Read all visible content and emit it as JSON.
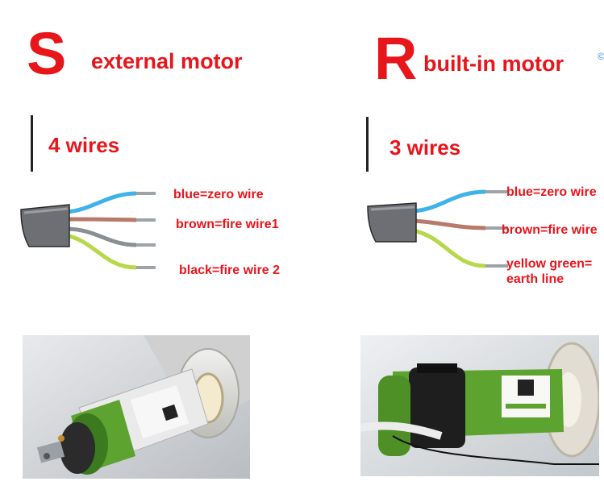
{
  "left": {
    "letter": "S",
    "motor_title": "external motor",
    "wires_count": "4  wires",
    "labels": [
      "blue=zero wire",
      "brown=fire wire1",
      "black=fire wire 2"
    ]
  },
  "right": {
    "letter": "R",
    "motor_title": "built-in motor",
    "wires_count": "3 wires",
    "labels": [
      "blue=zero wire",
      "brown=fire wire",
      "yellow green=",
      "earth line"
    ]
  },
  "colors": {
    "accent_red": "#e8151b",
    "wire_blue": "#3fb2ea",
    "wire_brown": "#b87a6a",
    "wire_grey": "#8a8f96",
    "wire_yellow_green": "#b6d84a",
    "cable_grey": "#6d6f74",
    "motor_green": "#5da32f"
  }
}
